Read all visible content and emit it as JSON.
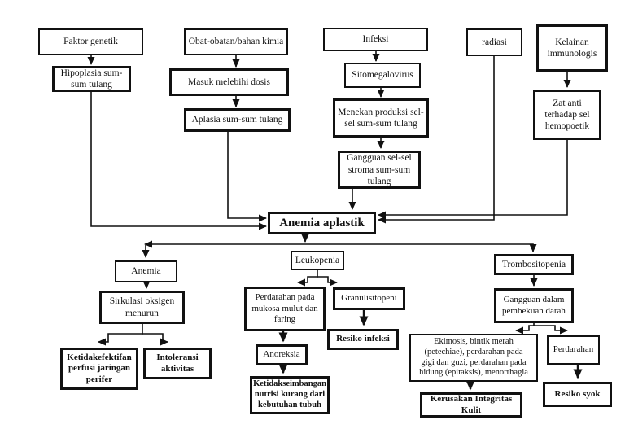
{
  "colors": {
    "ink": "#111111",
    "background": "#ffffff"
  },
  "nodes": {
    "faktor_genetik": {
      "label": "Faktor genetik"
    },
    "hipoplasia": {
      "label": "Hipoplasia sum-\nsum tulang"
    },
    "obat_kimia": {
      "label": "Obat-obatan/bahan kimia"
    },
    "masuk_dosis": {
      "label": "Masuk melebihi dosis"
    },
    "aplasia": {
      "label": "Aplasia sum-sum tulang"
    },
    "infeksi": {
      "label": "Infeksi"
    },
    "sitomegalovirus": {
      "label": "Sitomegalovirus"
    },
    "menekan_produksi": {
      "label": "Menekan produksi sel-\nsel sum-sum tulang"
    },
    "gangguan_stroma": {
      "label": "Gangguan sel-sel\nstroma sum-sum\ntulang"
    },
    "radiasi": {
      "label": "radiasi"
    },
    "kelainan_immunologis": {
      "label": "Kelainan\nimmunologis"
    },
    "zat_anti": {
      "label": "Zat anti\nterhadap sel\nhemopoetik"
    },
    "anemia_aplastik": {
      "label": "Anemia aplastik"
    },
    "anemia": {
      "label": "Anemia"
    },
    "leukopenia": {
      "label": "Leukopenia"
    },
    "trombositopenia": {
      "label": "Trombositopenia"
    },
    "sirkulasi_oksigen": {
      "label": "Sirkulasi oksigen\nmenurun"
    },
    "ketidakefektifan_perfusi": {
      "label": "Ketidakefektifan\nperfusi jaringan\nperifer"
    },
    "intoleransi_aktivitas": {
      "label": "Intoleransi\naktivitas"
    },
    "perdarahan_mukosa": {
      "label": "Perdarahan pada\nmukosa mulut dan\nfaring"
    },
    "granulisitopeni": {
      "label": "Granulisitopeni"
    },
    "resiko_infeksi": {
      "label": "Resiko infeksi"
    },
    "anoreksia": {
      "label": "Anoreksia"
    },
    "ketidakseimbangan_nutrisi": {
      "label": "Ketidakseimbangan\nnutrisi kurang dari\nkebutuhan tubuh"
    },
    "gangguan_pembekuan": {
      "label": "Gangguan dalam\npembekuan darah"
    },
    "ekimosis": {
      "label": "Ekimosis, bintik merah\n(petechiae), perdarahan pada\ngigi dan guzi, perdarahan pada\nhidung (epitaksis), menorrhagia"
    },
    "perdarahan": {
      "label": "Perdarahan"
    },
    "kerusakan_integritas": {
      "label": "Kerusakan Integritas\nKulit"
    },
    "resiko_syok": {
      "label": "Resiko syok"
    }
  }
}
